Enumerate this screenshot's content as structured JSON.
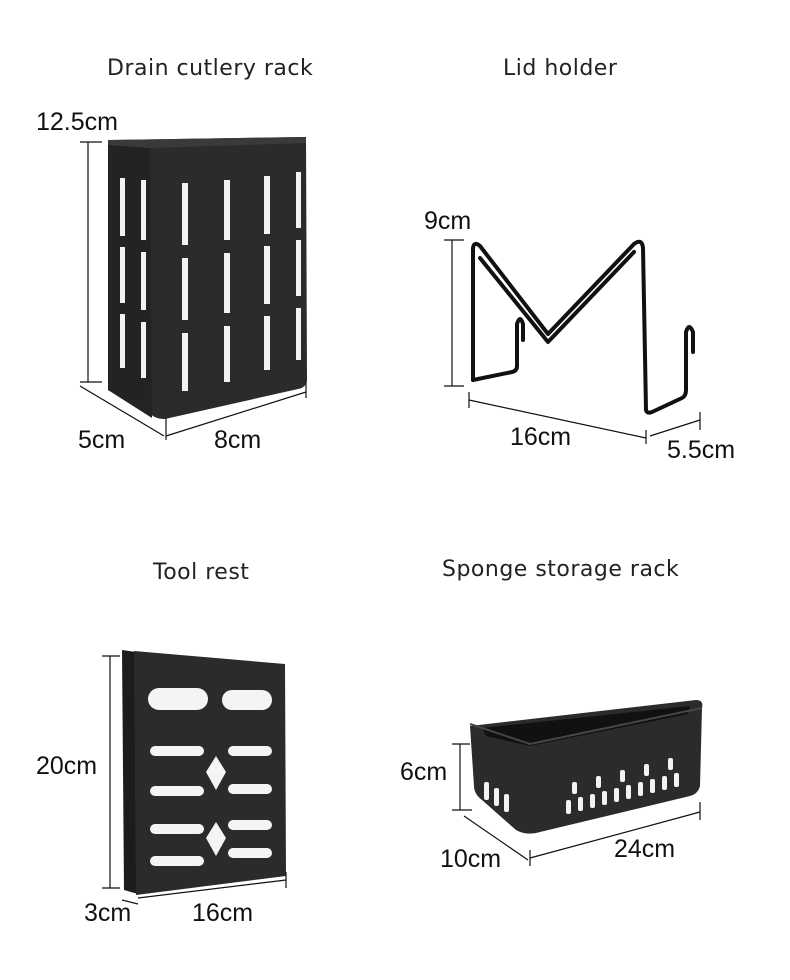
{
  "products": [
    {
      "title": "Drain cutlery rack",
      "dims": {
        "height": "12.5cm",
        "depth": "5cm",
        "width": "8cm"
      }
    },
    {
      "title": "Lid holder",
      "dims": {
        "height": "9cm",
        "width": "16cm",
        "depth": "5.5cm"
      }
    },
    {
      "title": "Tool rest",
      "dims": {
        "height": "20cm",
        "depth": "3cm",
        "width": "16cm"
      }
    },
    {
      "title": "Sponge storage rack",
      "dims": {
        "height": "6cm",
        "depth": "10cm",
        "width": "24cm"
      }
    }
  ],
  "colors": {
    "product": "#2b2b2d",
    "product_dark": "#1c1c1e",
    "product_side": "#232325",
    "dimension_line": "#111111"
  },
  "icons": {
    "cutlery_rack": "drain-cutlery-rack-illustration",
    "lid_holder": "lid-holder-illustration",
    "tool_rest": "tool-rest-illustration",
    "sponge_rack": "sponge-storage-rack-illustration"
  }
}
